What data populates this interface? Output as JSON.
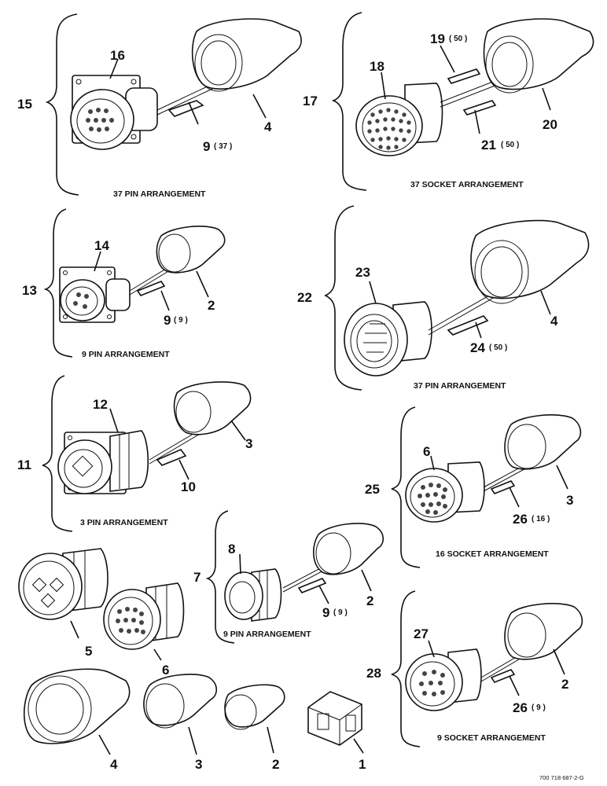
{
  "callouts": {
    "c1": "1",
    "c2a": "2",
    "c2b": "2",
    "c2c": "2",
    "c2d": "2",
    "c3a": "3",
    "c3b": "3",
    "c3c": "3",
    "c4a": "4",
    "c4b": "4",
    "c4c": "4",
    "c5": "5",
    "c6a": "6",
    "c6b": "6",
    "c7": "7",
    "c8": "8",
    "c9a": "9",
    "c9b": "9",
    "c9c": "9",
    "c10": "10",
    "c11": "11",
    "c12": "12",
    "c13": "13",
    "c14": "14",
    "c15": "15",
    "c16": "16",
    "c17": "17",
    "c18": "18",
    "c19": "19",
    "c20": "20",
    "c21": "21",
    "c22": "22",
    "c23": "23",
    "c24": "24",
    "c25": "25",
    "c26a": "26",
    "c26b": "26",
    "c27": "27",
    "c28": "28"
  },
  "quantities": {
    "q37": "( 37 )",
    "q19": "( 50 )",
    "q21": "( 50 )",
    "q9a": "( 9 )",
    "q24": "( 50 )",
    "q26a": "( 16 )",
    "q9b": "( 9 )",
    "q26b": "( 9 )"
  },
  "captions": {
    "pin37": "37 PIN ARRANGEMENT",
    "socket37": "37 SOCKET ARRANGEMENT",
    "pin9a": "9 PIN ARRANGEMENT",
    "pin37b": "37 PIN ARRANGEMENT",
    "pin3": "3 PIN ARRANGEMENT",
    "socket16": "16 SOCKET ARRANGEMENT",
    "pin9b": "9 PIN ARRANGEMENT",
    "socket9": "9 SOCKET ARRANGEMENT"
  },
  "drawing_code": "700 718 687-2-G"
}
